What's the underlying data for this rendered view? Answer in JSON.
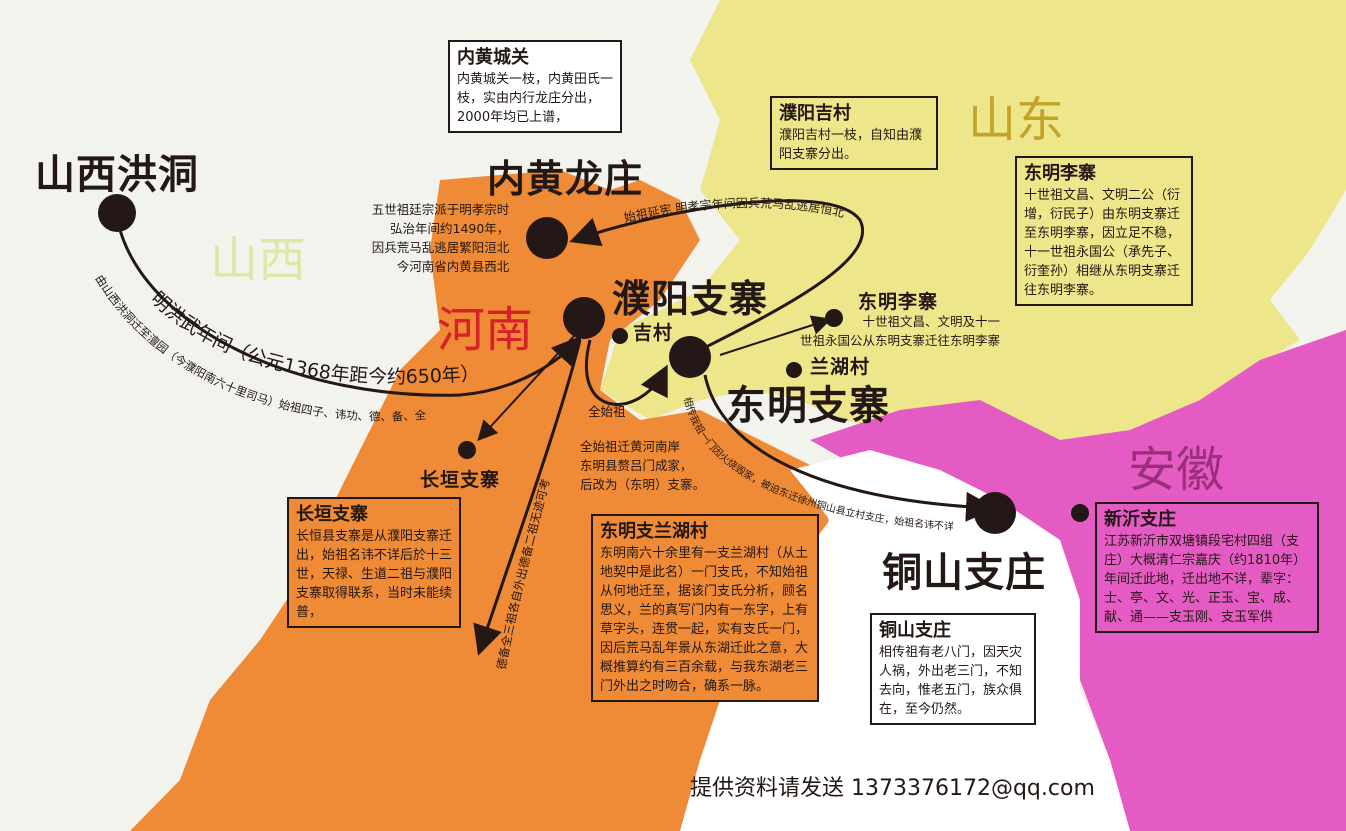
{
  "colors": {
    "henan": "#ef8a36",
    "shandong": "#ede68a",
    "anhui": "#e55bc4",
    "shanxi_bg": "#f3f3ee",
    "dot": "#231815",
    "henan_label": "#d6202a",
    "shandong_label": "#c3a32a",
    "anhui_label": "#9c2f7c",
    "shanxi_label": "#dfe7a8"
  },
  "provinces": {
    "shanxi": "山西",
    "henan": "河南",
    "shandong": "山东",
    "anhui": "安徽"
  },
  "places": {
    "hongdong": "山西洪洞",
    "neihuang": "内黄龙庄",
    "puyang": "濮阳支寨",
    "jicun": "吉村",
    "dongming_li": "东明李寨",
    "dongming": "东明支寨",
    "lanhu": "兰湖村",
    "changyuan": "长垣支寨",
    "tongshan": "铜山支庄"
  },
  "boxes": {
    "neihuang": {
      "title": "内黄城关",
      "body": "内黄城关一枝，内黄田氏一枝，实由内行龙庄分出，2000年均已上谱，"
    },
    "puyang_jicun": {
      "title": "濮阳吉村",
      "body": "濮阳吉村一枝，自知由濮阳支寨分出。"
    },
    "dongming_li": {
      "title": "东明李寨",
      "body": "十世祖文昌、文明二公（衍增，衍民子）由东明支寨迁至东明李寨，因立足不稳，十一世祖永国公（承先子、衍奎孙）相继从东明支寨迁往东明李寨。"
    },
    "changyuan": {
      "title": "长垣支寨",
      "body": "长恒县支寨是从濮阳支寨迁出，始祖名讳不详后於十三世，天禄、生道二祖与濮阳支寨取得联系，当时未能续普，"
    },
    "lanhu": {
      "title": "东明支兰湖村",
      "body": "东明南六十余里有一支兰湖村（从土地契中是此名）一门支氏，不知始祖从何地迁至，据该门支氏分析，顾名思义，兰的真写门内有一东字，上有草字头，连贯一起，实有支氏一门，因后荒马乱年景从东湖迁此之意，大概推算约有三百余载，与我东湖老三门外出之时吻合，确系一脉。"
    },
    "tongshan": {
      "title": "铜山支庄",
      "body": "相传祖有老八门，因天灾人祸，外出老三门，不知去向，惟老五门，族众俱在，至今仍然。"
    },
    "xinyi": {
      "title": "新沂支庄",
      "body": "江苏新沂市双塘镇段宅村四组（支庄）大概清仁宗嘉庆（约1810年）年间迁此地，迁出地不详，辈字：士、亭、文、光、正玉、宝、成、献、通——支玉刚、支玉军供"
    }
  },
  "notes": {
    "neihuang_move": [
      "五世祖廷宗派于明孝宗时",
      "弘治年间约1490年，",
      "因兵荒马乱逃居繁阳洹北",
      "今河南省内黄县西北"
    ],
    "quanshizu_label": "全始祖",
    "quanshizu": [
      "全始祖迁黄河南岸",
      "东明县赘吕门成家，",
      "后改为（东明）支寨。"
    ],
    "dongming_li_move": [
      "十世祖文昌、文明及十一",
      "世祖永国公从东明支寨迁往东明李寨"
    ]
  },
  "curves": {
    "hongwu": "明洪武年间（公元1368年距今约650年）",
    "from_shanxi": "由山西洪洞迁至澶园（今濮阳南六十里司马）始祖四子、讳功、德、备、全",
    "yanxian": "始祖延宪 明孝宗年间因兵荒马乱逃居恒北",
    "debei": "德备全三祖各自外出德备二祖无迹可考",
    "tongshan_move": "相传我祖一门因火烧毁家，被迫东迁徐州铜山县立村支庄，始祖名讳不详"
  },
  "footer": "提供资料请发送 1373376172@qq.com"
}
